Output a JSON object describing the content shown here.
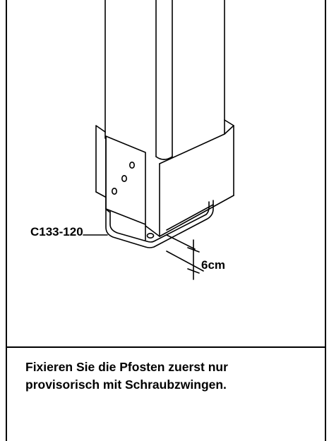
{
  "illustration": {
    "part_label": "C133-120",
    "dimension_label": "6cm"
  },
  "instruction": {
    "line1": "Fixieren Sie die Pfosten zuerst nur",
    "line2": "provisorisch mit Schraubzwingen."
  },
  "colors": {
    "ink": "#000000",
    "paper": "#ffffff"
  }
}
